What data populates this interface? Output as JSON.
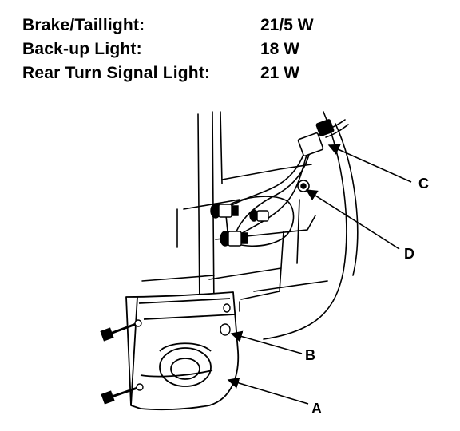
{
  "bulb_specs": [
    {
      "name": "Brake/Taillight:",
      "value": "21/5 W"
    },
    {
      "name": "Back-up Light:",
      "value": "18 W"
    },
    {
      "name": "Rear Turn Signal Light:",
      "value": "21 W"
    }
  ],
  "callouts": {
    "a": "A",
    "b": "B",
    "c": "C",
    "d": "D"
  }
}
